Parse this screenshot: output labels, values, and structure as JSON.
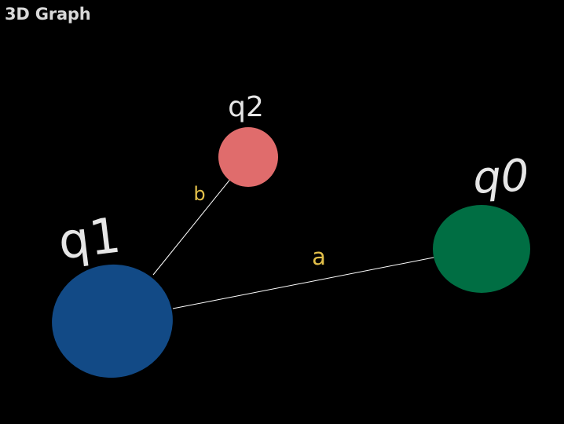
{
  "app": {
    "title": "3D Graph"
  },
  "graph": {
    "nodes": [
      {
        "id": "q0",
        "label": "q0",
        "color": "#006e43"
      },
      {
        "id": "q1",
        "label": "q1",
        "color": "#124a86"
      },
      {
        "id": "q2",
        "label": "q2",
        "color": "#e06c6c"
      }
    ],
    "edges": [
      {
        "from": "q1",
        "to": "q0",
        "label": "a"
      },
      {
        "from": "q1",
        "to": "q2",
        "label": "b"
      }
    ],
    "edge_color": "#ffffff",
    "edge_label_color": "#e3c04a"
  }
}
